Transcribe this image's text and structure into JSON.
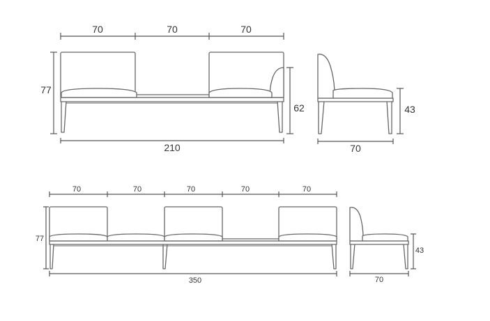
{
  "sofa_3_seat": {
    "top_widths": [
      "70",
      "70",
      "70"
    ],
    "total_width": "210",
    "height": "77",
    "seat_arm_height": "62"
  },
  "sofa_3_seat_side": {
    "depth": "70",
    "seat_height": "43"
  },
  "sofa_5_seat": {
    "top_widths": [
      "70",
      "70",
      "70",
      "70",
      "70"
    ],
    "total_width": "350",
    "height": "77"
  },
  "sofa_5_seat_side": {
    "depth": "70",
    "seat_height": "43"
  }
}
